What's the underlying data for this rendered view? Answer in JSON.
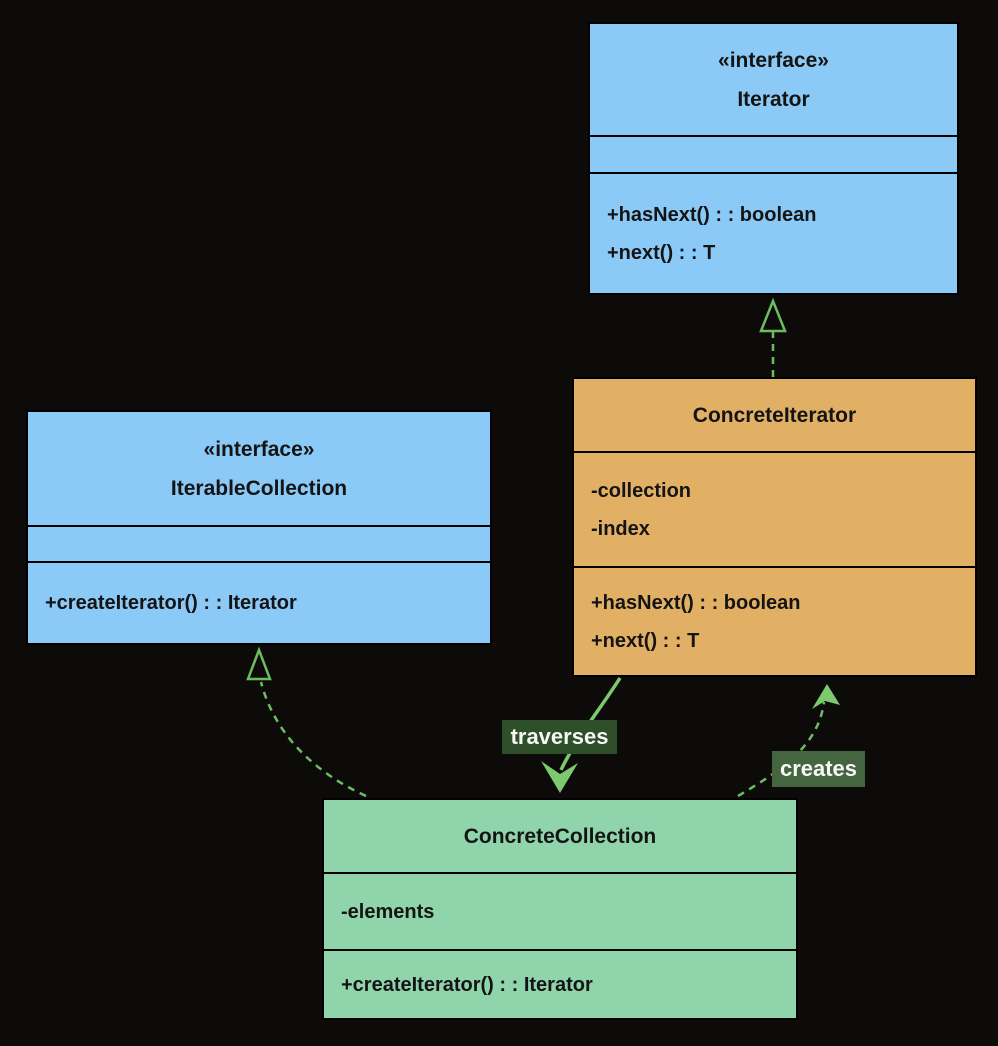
{
  "diagram": {
    "classes": [
      {
        "id": "iterator",
        "stereotype": "«interface»",
        "name": "Iterator",
        "attributes": [],
        "methods": [
          "+hasNext() : : boolean",
          "+next() : : T"
        ],
        "fill": "#8bcaf7"
      },
      {
        "id": "iterable-collection",
        "stereotype": "«interface»",
        "name": "IterableCollection",
        "attributes": [],
        "methods": [
          "+createIterator() : : Iterator"
        ],
        "fill": "#8bcaf7"
      },
      {
        "id": "concrete-iterator",
        "stereotype": "",
        "name": "ConcreteIterator",
        "attributes": [
          "-collection",
          "-index"
        ],
        "methods": [
          "+hasNext() : : boolean",
          "+next() : : T"
        ],
        "fill": "#e2b065"
      },
      {
        "id": "concrete-collection",
        "stereotype": "",
        "name": "ConcreteCollection",
        "attributes": [
          "-elements"
        ],
        "methods": [
          "+createIterator() : : Iterator"
        ],
        "fill": "#90d4ab"
      }
    ],
    "relationships": [
      {
        "from": "ConcreteIterator",
        "to": "Iterator",
        "type": "realization",
        "style": "dashed-hollow-triangle",
        "label": ""
      },
      {
        "from": "ConcreteCollection",
        "to": "IterableCollection",
        "type": "realization",
        "style": "dashed-hollow-triangle",
        "label": ""
      },
      {
        "from": "ConcreteIterator",
        "to": "ConcreteCollection",
        "type": "association",
        "style": "solid-filled-arrow",
        "label": "traverses"
      },
      {
        "from": "ConcreteCollection",
        "to": "ConcreteIterator",
        "type": "dependency",
        "style": "dashed-filled-arrow",
        "label": "creates"
      }
    ],
    "colors": {
      "background": "#0c0b09",
      "interface_fill": "#8bcaf7",
      "concrete_iterator_fill": "#e2b065",
      "concrete_collection_fill": "#90d4ab",
      "arrow_solid_green": "#7dca6e",
      "arrow_dashed_green": "#6cbd60",
      "label_bg_traverses": "#2f4f2b",
      "label_bg_creates": "#456540",
      "label_text": "#f7f7f5",
      "box_text": "#141414"
    }
  }
}
